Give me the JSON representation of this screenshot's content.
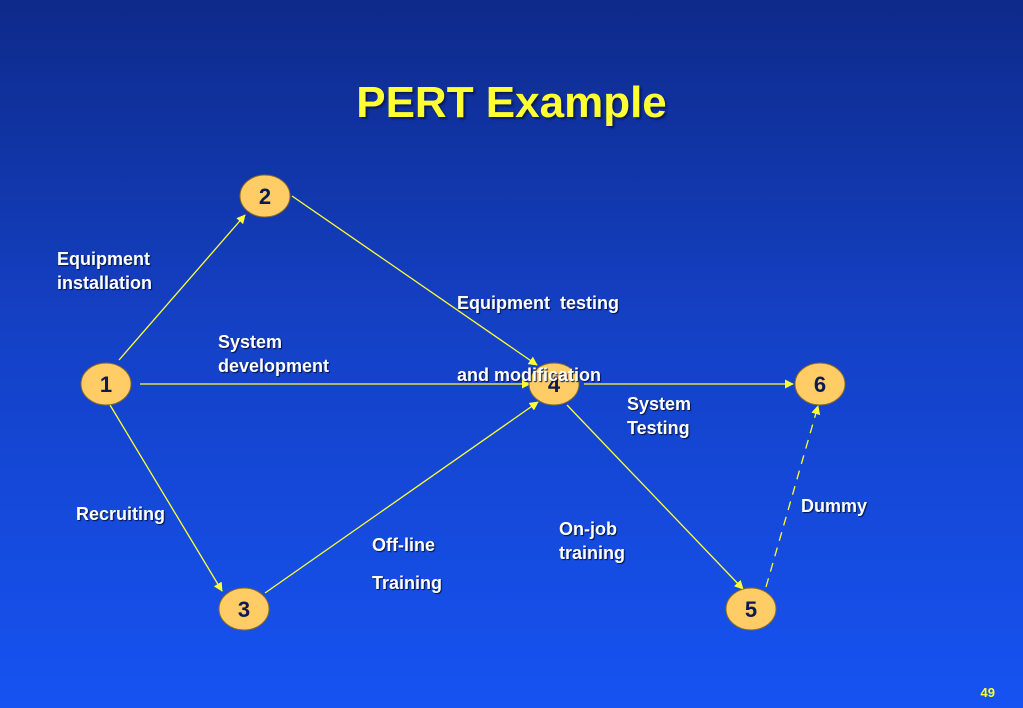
{
  "title": "PERT Example",
  "nodes": [
    "1",
    "2",
    "3",
    "4",
    "5",
    "6"
  ],
  "activities": [
    {
      "from": "1",
      "to": "2",
      "label": [
        "Equipment",
        "installation"
      ]
    },
    {
      "from": "2",
      "to": "4",
      "label": [
        "Equipment  testing",
        "and modification"
      ]
    },
    {
      "from": "1",
      "to": "4",
      "label": [
        "System",
        "development"
      ]
    },
    {
      "from": "4",
      "to": "6",
      "label": [
        "System",
        "Testing"
      ]
    },
    {
      "from": "1",
      "to": "3",
      "label": [
        "Recruiting"
      ]
    },
    {
      "from": "3",
      "to": "4",
      "label": [
        "Off-line",
        "Training"
      ]
    },
    {
      "from": "4",
      "to": "5",
      "label": [
        "On-job",
        "training"
      ]
    },
    {
      "from": "5",
      "to": "6",
      "label": [
        "Dummy"
      ],
      "dashed": true
    }
  ],
  "page_number": "49",
  "colors": {
    "title": "#ffff33",
    "node_fill": "#ffcc66",
    "arrow": "#ffff33",
    "label": "#ffffff"
  }
}
